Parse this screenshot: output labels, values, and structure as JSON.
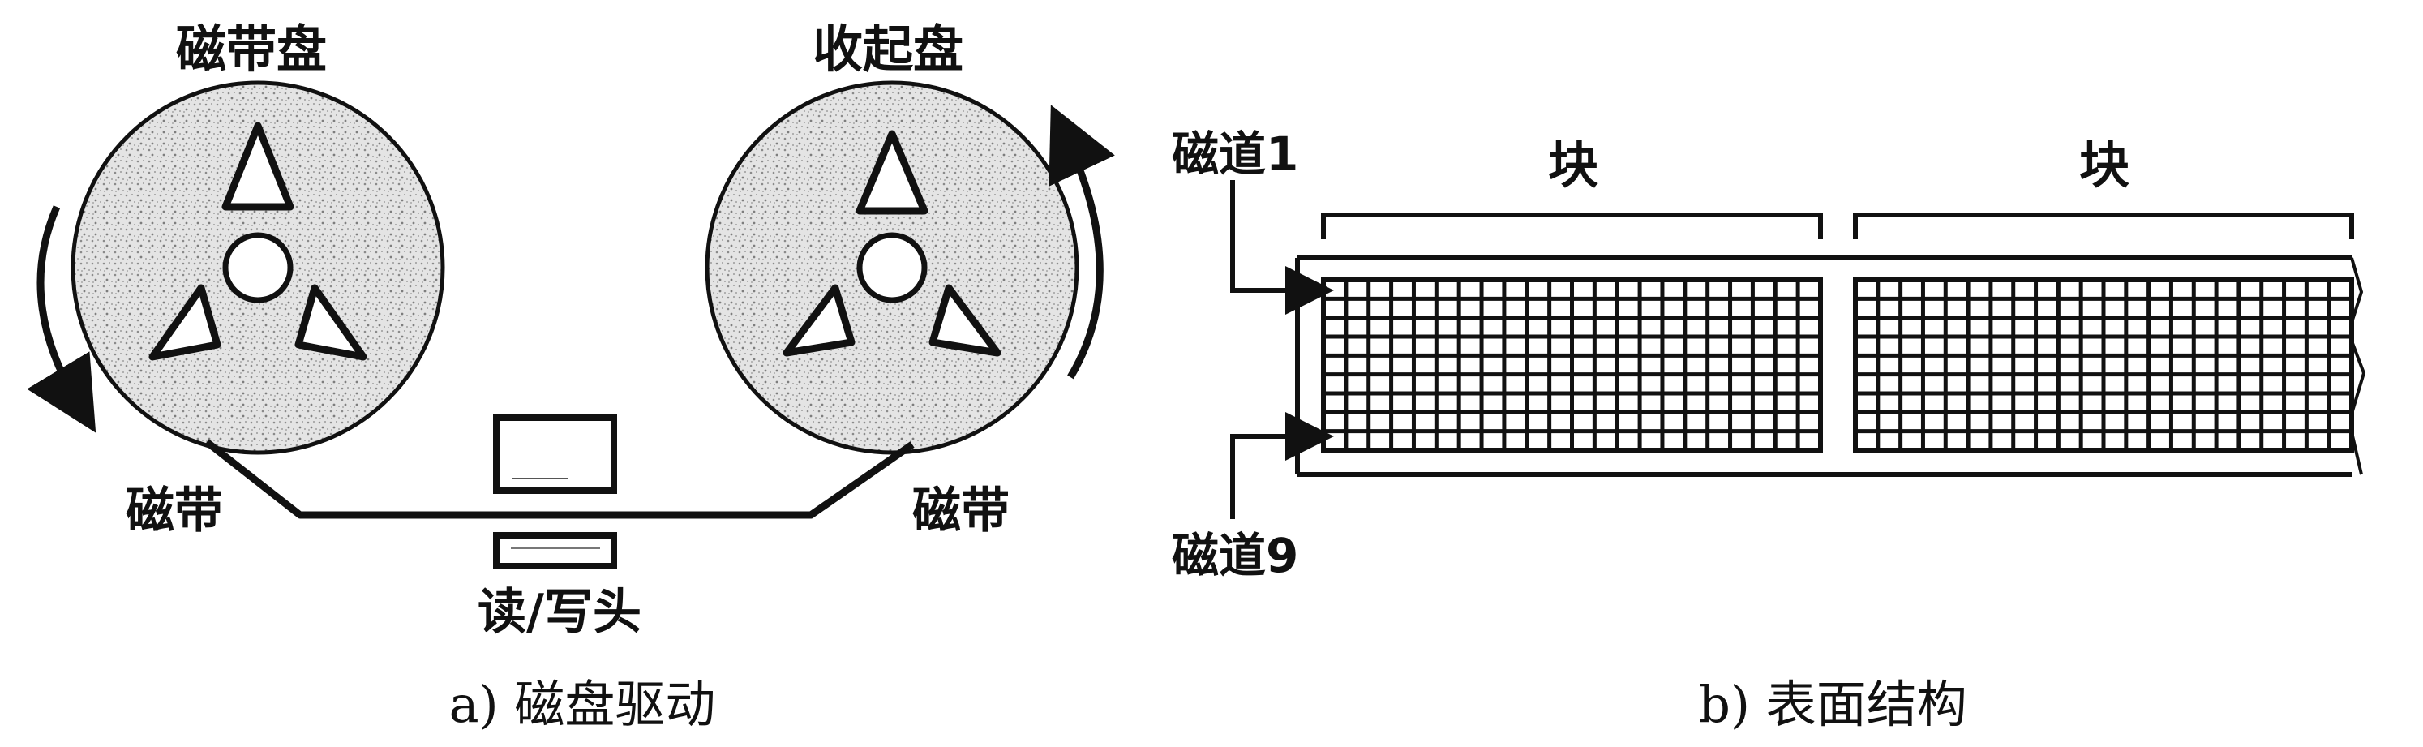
{
  "panel_a": {
    "supply_reel_label": "磁带盘",
    "takeup_reel_label": "收起盘",
    "tape_label_left": "磁带",
    "tape_label_right": "磁带",
    "head_label": "读/写头",
    "caption": "a) 磁盘驱动"
  },
  "panel_b": {
    "track_top_label": "磁道1",
    "track_bottom_label": "磁道9",
    "block_label_1": "块",
    "block_label_2": "块",
    "caption": "b) 表面结构",
    "grid_rows": 9,
    "grid_cols_per_block": 22
  }
}
